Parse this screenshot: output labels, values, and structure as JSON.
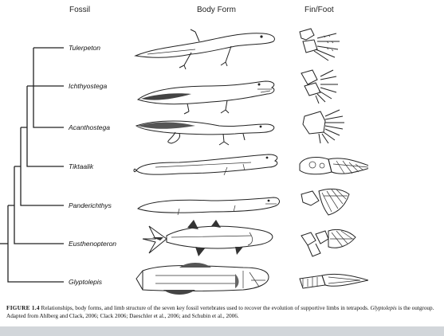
{
  "headers": {
    "fossil": "Fossil",
    "body_form": "Body Form",
    "fin_foot": "Fin/Foot"
  },
  "taxa": [
    {
      "name": "Tulerpeton"
    },
    {
      "name": "Ichthyostega"
    },
    {
      "name": "Acanthostega"
    },
    {
      "name": "Tiktaalik"
    },
    {
      "name": "Panderichthys"
    },
    {
      "name": "Eusthenopteron"
    },
    {
      "name": "Glyptolepis"
    }
  ],
  "caption": {
    "figure_number": "FIGURE 1.4",
    "text_part1": "  Relationships, body forms, and limb structure of the seven key fossil vertebrates used to recover the evolution of supportive limbs in tetrapods. ",
    "outgroup_name": "Glyptolepis",
    "text_part2": " is the outgroup. Adapted from Ahlberg and Clack, 2006; Clack 2006; Daeschler et al., 2006; and Schubin et al., 2006."
  },
  "colors": {
    "background": "#ffffff",
    "ink": "#222222",
    "bottom_bar": "#d2d6da"
  }
}
